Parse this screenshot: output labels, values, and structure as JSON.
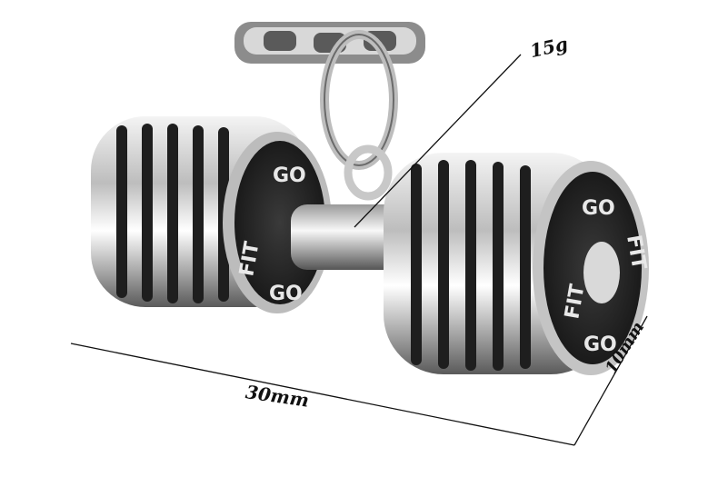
{
  "product": {
    "weight_label": "15g",
    "length_label": "30mm",
    "depth_label": "10mm",
    "plate_text_top": "GO",
    "plate_text_left": "FIT",
    "plate_text_right": "FIT",
    "plate_text_bottom": "GO"
  },
  "colors": {
    "background": "#ffffff",
    "metal_light": "#e6e6e6",
    "metal_dark": "#2a2a2a",
    "dimension_line": "#111111"
  }
}
